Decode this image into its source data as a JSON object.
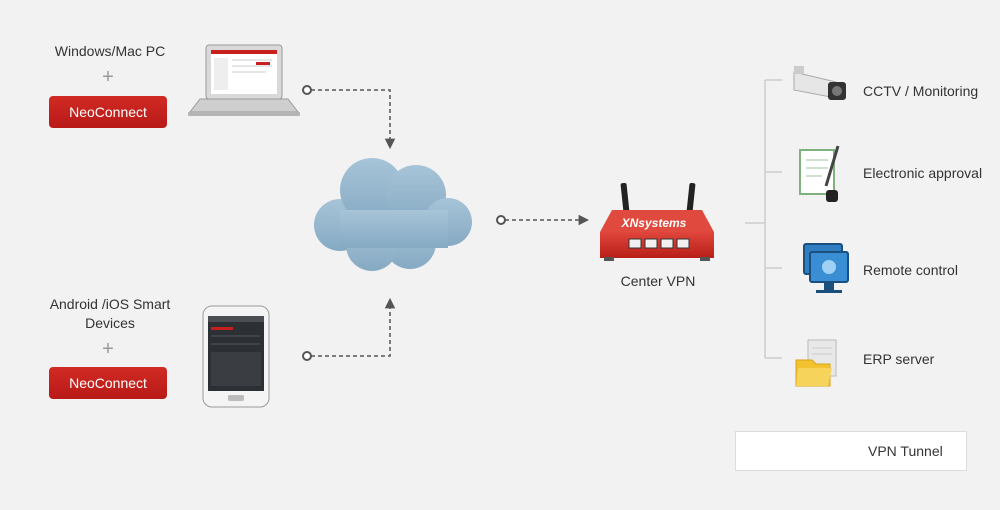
{
  "clients": {
    "pc": {
      "title": "Windows/Mac PC",
      "plus": "+",
      "badge": "NeoConnect"
    },
    "mobile": {
      "title_line1": "Android /iOS Smart",
      "title_line2": "Devices",
      "plus": "+",
      "badge": "NeoConnect"
    }
  },
  "center": {
    "brand": "XNsystems",
    "label": "Center VPN"
  },
  "services": [
    {
      "label": "CCTV / Monitoring",
      "icon": "cctv-camera-icon"
    },
    {
      "label": "Electronic approval",
      "icon": "document-pen-icon"
    },
    {
      "label": "Remote control",
      "icon": "monitor-icon"
    },
    {
      "label": "ERP server",
      "icon": "folder-icon"
    }
  ],
  "legend": {
    "label": "VPN Tunnel"
  },
  "colors": {
    "badge_red": "#c8211d",
    "router_red": "#d42e24",
    "cloud": "#8fb3cc",
    "connector": "#555555"
  }
}
